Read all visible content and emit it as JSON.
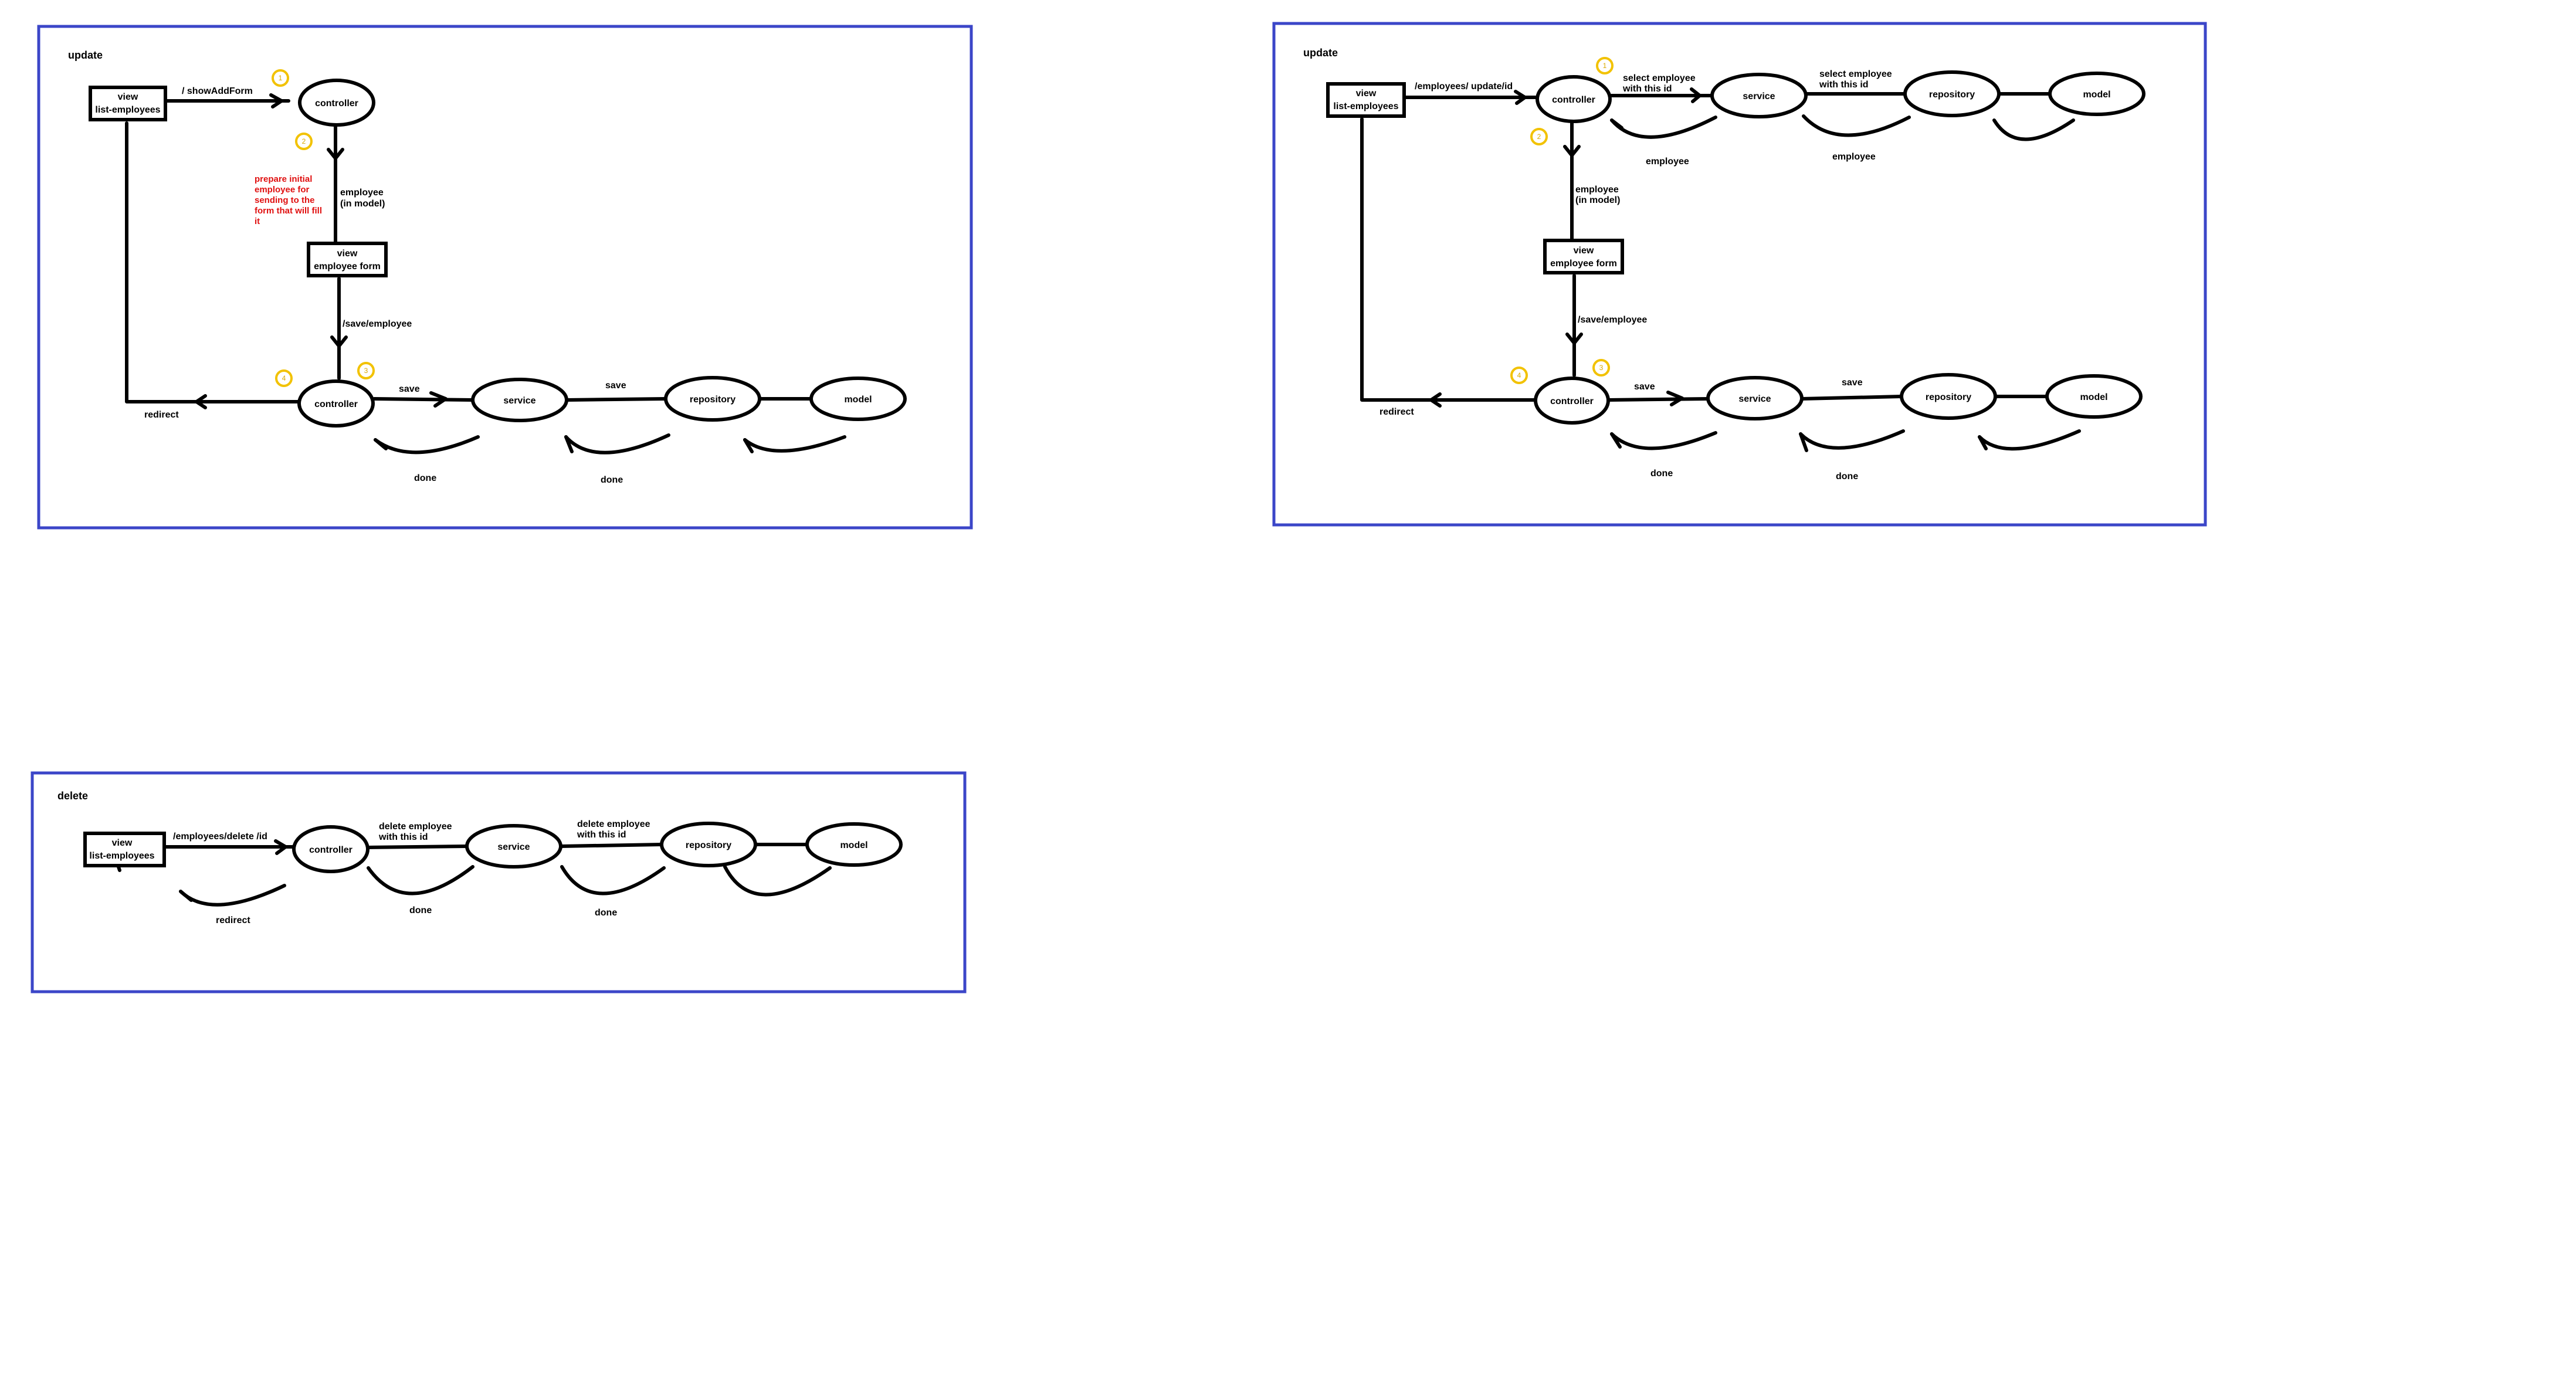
{
  "diagrams": {
    "update_add": {
      "title": "update",
      "list_view": [
        "view",
        "list-employees"
      ],
      "form_view": [
        "view",
        "employee form"
      ],
      "node_controller_top": "controller",
      "node_controller_bottom": "controller",
      "node_service": "service",
      "node_repository": "repository",
      "node_model": "model",
      "label_show_form": "/ showAddForm",
      "label_employee": [
        "employee",
        "(in model)"
      ],
      "label_save_employee": "/save/employee",
      "label_save_1": "save",
      "label_save_2": "save",
      "label_redirect": "redirect",
      "label_done_1": "done",
      "label_done_2": "done",
      "note_red": [
        "prepare initial",
        "employee for",
        "sending to the",
        "form that will fill",
        "it"
      ],
      "badges": [
        "1",
        "2",
        "3",
        "4"
      ]
    },
    "update_edit": {
      "title": "update",
      "list_view": [
        "view",
        "list-employees"
      ],
      "form_view": [
        "view",
        "employee form"
      ],
      "node_controller_top": "controller",
      "node_controller_bottom": "controller",
      "node_service_top": "service",
      "node_repository_top": "repository",
      "node_model_top": "model",
      "node_service_bottom": "service",
      "node_repository_bottom": "repository",
      "node_model_bottom": "model",
      "label_update_url": "/employees/ update/id",
      "label_select_1": [
        "select employee",
        "with this id"
      ],
      "label_select_2": [
        "select employee",
        "with this id"
      ],
      "label_employee_ret_1": "employee",
      "label_employee_ret_2": "employee",
      "label_employee_model": [
        "employee",
        "(in model)"
      ],
      "label_save_employee": "/save/employee",
      "label_save_1": "save",
      "label_save_2": "save",
      "label_redirect": "redirect",
      "label_done_1": "done",
      "label_done_2": "done",
      "badges": [
        "1",
        "2",
        "3",
        "4"
      ]
    },
    "delete": {
      "title": "delete",
      "list_view": [
        "view",
        "list-employees"
      ],
      "node_controller": "controller",
      "node_service": "service",
      "node_repository": "repository",
      "node_model": "model",
      "label_delete_url": "/employees/delete /id",
      "label_delete_1": [
        "delete employee",
        "with this id"
      ],
      "label_delete_2": [
        "delete employee",
        "with this id"
      ],
      "label_redirect": "redirect",
      "label_done_1": "done",
      "label_done_2": "done"
    }
  }
}
